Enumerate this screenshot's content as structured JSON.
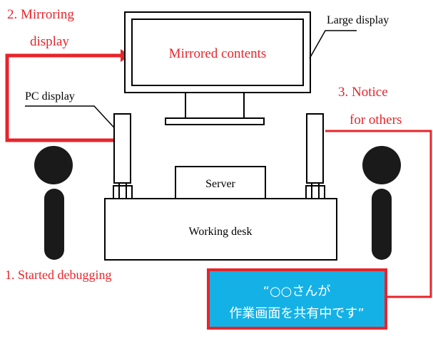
{
  "labels": {
    "step2_line1": "2. Mirroring",
    "step2_line2": "display",
    "large_display": "Large display",
    "mirrored_contents": "Mirrored contents",
    "pc_display": "PC display",
    "step3_line1": "3. Notice",
    "step3_line2": "for others",
    "server": "Server",
    "working_desk": "Working desk",
    "step1": "1. Started debugging",
    "notice_line1": "“○○さんが",
    "notice_line2": "作業画面を共有中です”"
  },
  "colors": {
    "accent_red": "#e8242a",
    "notice_fill": "#14b1e7",
    "notice_text": "#ffffff",
    "line": "#000000",
    "figure": "#1a1a1a"
  }
}
